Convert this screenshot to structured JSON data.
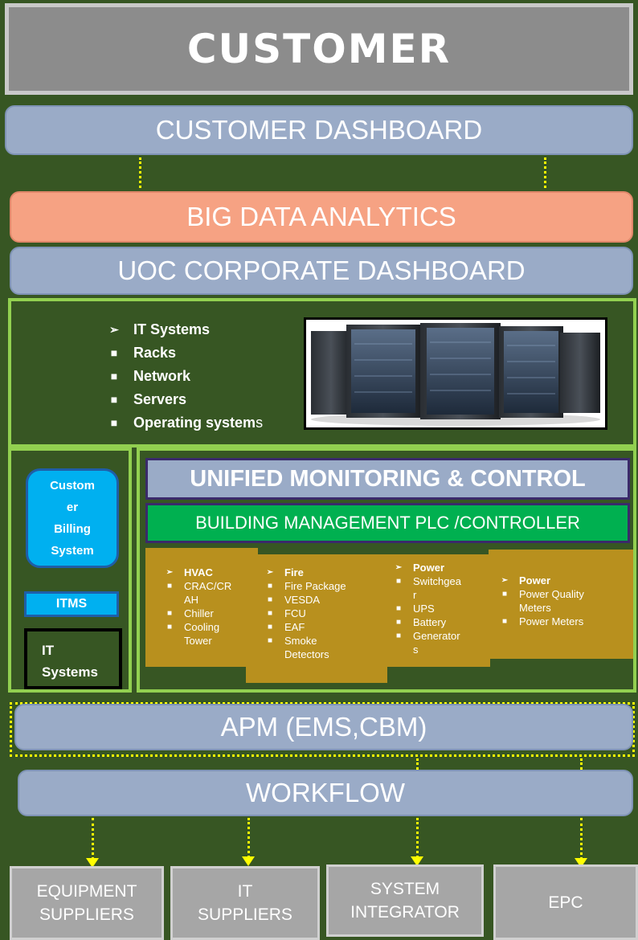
{
  "customer_title": "CUSTOMER",
  "customer_dashboard": "CUSTOMER DASHBOARD",
  "big_data": "BIG DATA ANALYTICS",
  "uoc_dashboard": "UOC CORPORATE DASHBOARD",
  "it_list": {
    "heading": "IT Systems",
    "items": [
      "Racks",
      "Network",
      "Servers"
    ],
    "last_main": "Operating system",
    "last_suffix": "s"
  },
  "left_panel": {
    "billing_lines": [
      "Custom",
      "er",
      "Billing",
      "System"
    ],
    "itms": "ITMS",
    "it_lines": [
      "IT",
      "Systems"
    ]
  },
  "umc": "UNIFIED MONITORING & CONTROL",
  "bmp": "BUILDING MANAGEMENT PLC /CONTROLLER",
  "groups": [
    {
      "heading": "HVAC",
      "items": [
        [
          "CRAC/CR",
          "AH"
        ],
        [
          "Chiller"
        ],
        [
          "Cooling",
          "Tower"
        ]
      ]
    },
    {
      "heading": "Fire",
      "items": [
        [
          "Fire Package"
        ],
        [
          "VESDA"
        ],
        [
          "FCU"
        ],
        [
          "EAF"
        ],
        [
          "Smoke",
          "Detectors"
        ]
      ]
    },
    {
      "heading": "Power",
      "items": [
        [
          "Switchgea",
          "r"
        ],
        [
          "UPS"
        ],
        [
          "Battery"
        ],
        [
          "Generator",
          "s"
        ]
      ]
    },
    {
      "heading": "Power",
      "items": [
        [
          "Power Quality",
          "Meters"
        ],
        [
          "Power Meters"
        ]
      ]
    }
  ],
  "apm": "APM (EMS,CBM)",
  "workflow": "WORKFLOW",
  "suppliers": [
    [
      "EQUIPMENT",
      "SUPPLIERS"
    ],
    [
      "IT",
      "SUPPLIERS"
    ],
    [
      "SYSTEM",
      "INTEGRATOR"
    ],
    [
      "EPC"
    ]
  ],
  "colors": {
    "background": "#375623",
    "green_border": "#92d050",
    "connector": "#ffff00",
    "big_data": "#f6a283",
    "bms": "#00b050",
    "itms": "#00b0f0",
    "gold": "#b8901e"
  },
  "icons": {
    "arrow": "arrow-bullet-icon",
    "square": "square-bullet-icon"
  }
}
